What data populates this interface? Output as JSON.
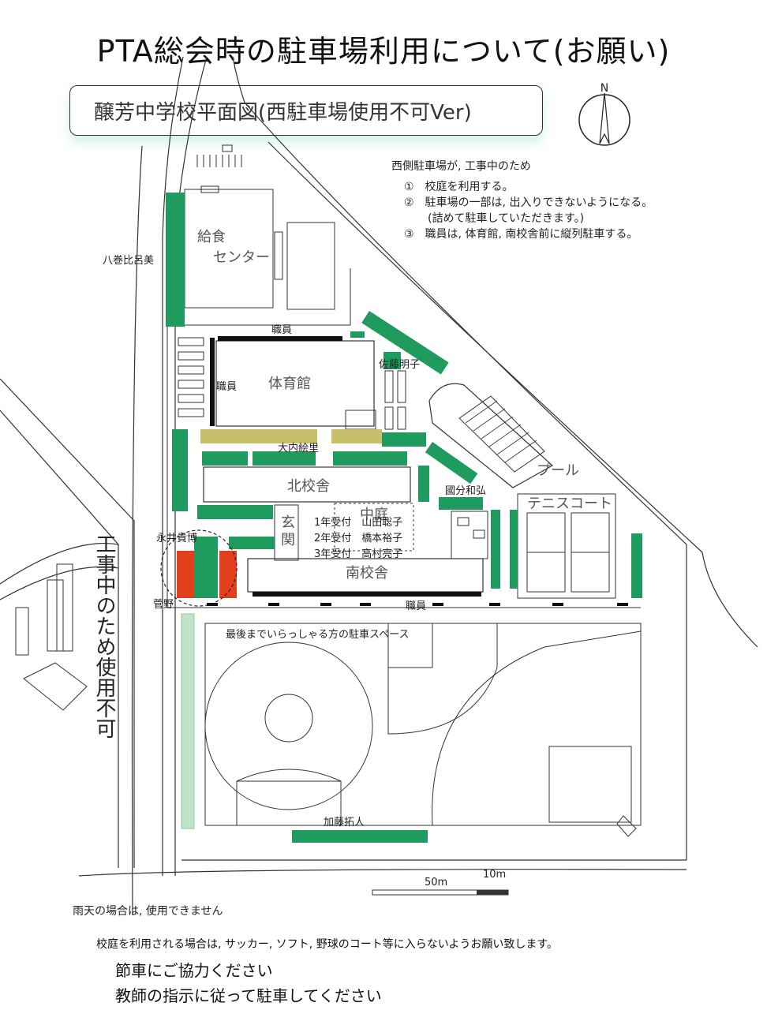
{
  "title": "PTA総会時の駐車場利用について(お願い)",
  "subtitle": "醸芳中学校平面図(西駐車場使用不可Ver)",
  "compass": "N",
  "notes": {
    "heading": "西側駐車場が, 工事中のため",
    "items": [
      "①　校庭を利用する。",
      "②　駐車場の一部は, 出入りできないようになる。",
      "(詰めて駐車していただきます。)",
      "③　職員は, 体育館, 南校舎前に縦列駐車する。"
    ]
  },
  "map_labels": {
    "kitchen_1": "給食",
    "kitchen_2": "センター",
    "gym": "体育館",
    "north": "北校舎",
    "south": "南校舎",
    "entrance_1": "玄",
    "entrance_2": "関",
    "courtyard": "中庭",
    "pool": "プール",
    "tennis": "テニスコート",
    "staff_top": "職員",
    "staff_left": "職員",
    "staff_bottom": "職員",
    "p_yamaki": "八巻比呂美",
    "p_sato": "佐藤明子",
    "p_ouchi": "大内絵里",
    "p_kokubun": "國分和弘",
    "p_nagai": "永井貴博",
    "p_sugano": "菅野",
    "p_kato": "加藤拓人",
    "reception_1": "1年受付　山田聡子",
    "reception_2": "2年受付　橋本裕子",
    "reception_3": "3年受付　高村亮子",
    "last_space": "最後までいらっしゃる方の駐車スペース",
    "construction": "工事中のため使用不可",
    "rain_note": "雨天の場合は, 使用できません",
    "scale_50": "50m",
    "scale_10": "10m"
  },
  "footer": {
    "line1": "校庭を利用される場合は, サッカー, ソフト, 野球のコート等に入らないようお願い致します。",
    "line2": "節車にご協力ください",
    "line3": "教師の指示に従って駐車してください"
  },
  "colors": {
    "parking_green": "#1f9b5e",
    "parking_yellow": "#c6c06a",
    "parking_red": "#e0401c",
    "parking_light": "#bfe4c8"
  }
}
